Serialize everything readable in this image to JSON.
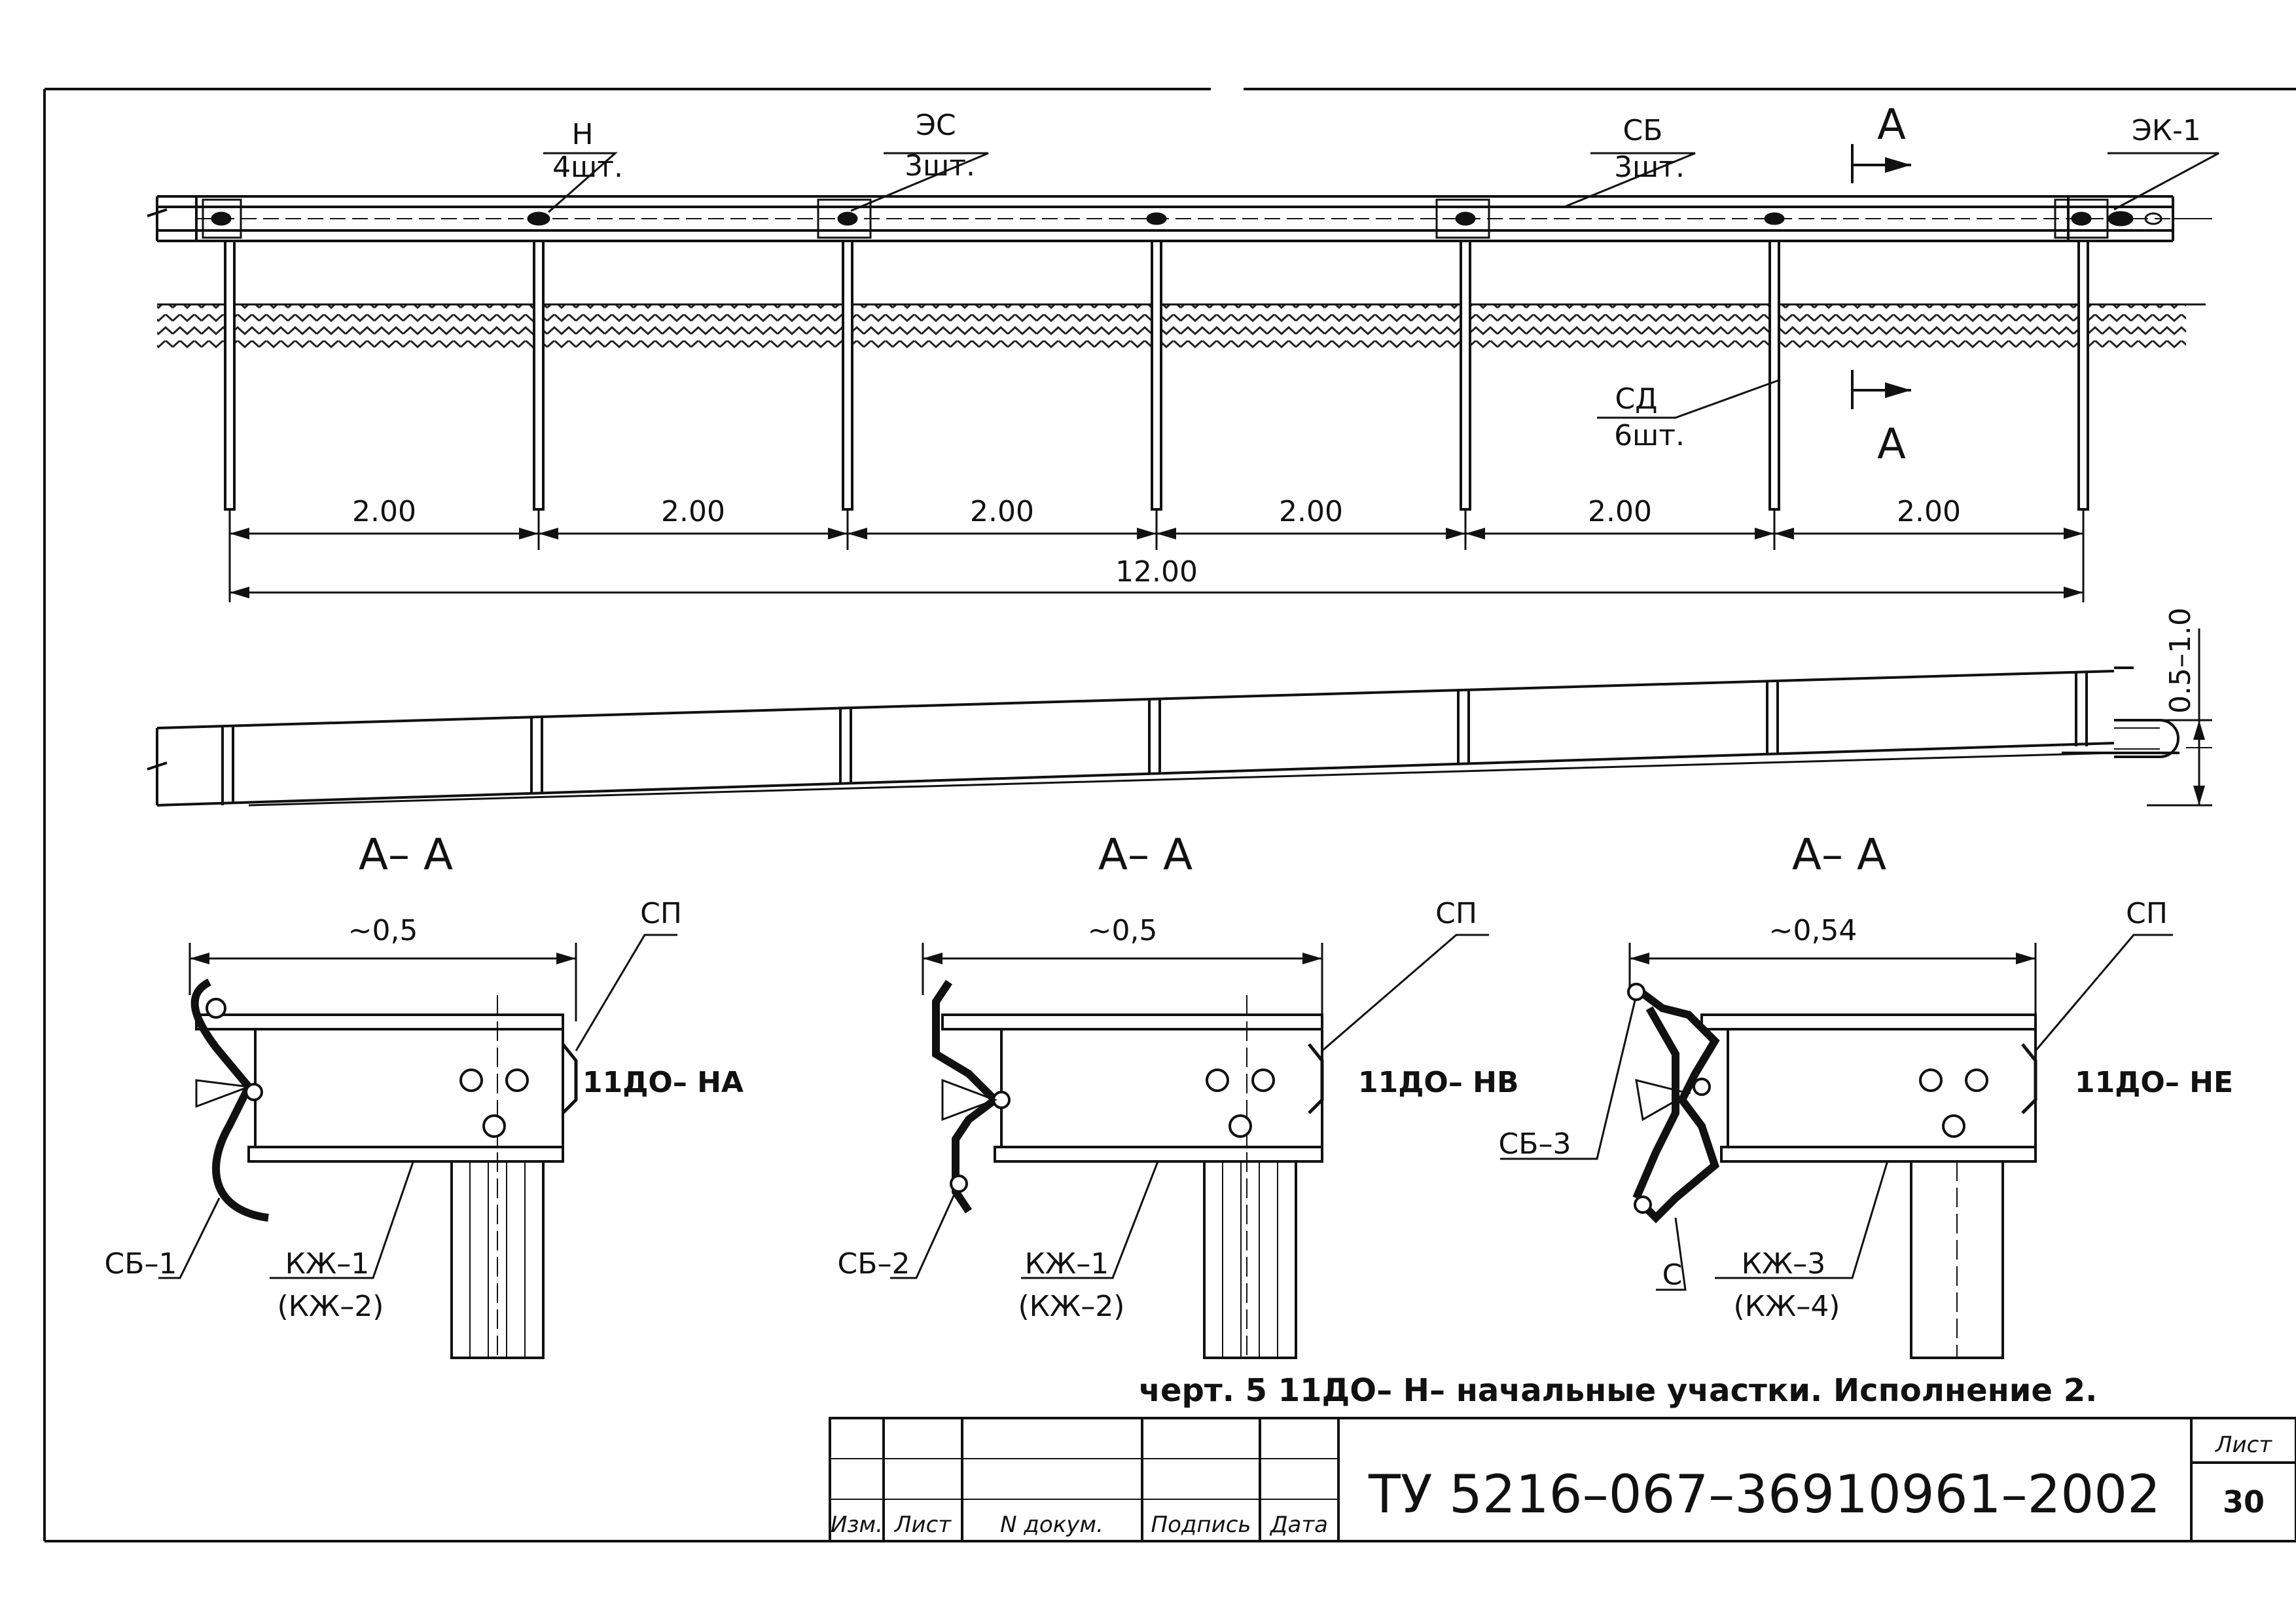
{
  "plan": {
    "labels": [
      {
        "code": "Н",
        "qty": "4шт."
      },
      {
        "code": "ЭС",
        "qty": "3шт."
      },
      {
        "code": "СБ",
        "qty": "3шт."
      },
      {
        "code": "ЭК-1",
        "qty": ""
      },
      {
        "code": "СД",
        "qty": "6шт."
      }
    ],
    "section_mark": "А",
    "spans": [
      "2.00",
      "2.00",
      "2.00",
      "2.00",
      "2.00",
      "2.00"
    ],
    "total": "12.00"
  },
  "elevation": {
    "height_range": "0.5–1.0"
  },
  "sections": [
    {
      "title": "А– А",
      "width": "~0,5",
      "sp": "СП",
      "code": "11ДО– НА",
      "beam": "СБ–1",
      "bracket": "КЖ–1",
      "bracket_alt": "(КЖ–2)",
      "extra": ""
    },
    {
      "title": "А– А",
      "width": "~0,5",
      "sp": "СП",
      "code": "11ДО– НВ",
      "beam": "СБ–2",
      "bracket": "КЖ–1",
      "bracket_alt": "(КЖ–2)",
      "extra": ""
    },
    {
      "title": "А– А",
      "width": "~0,54",
      "sp": "СП",
      "code": "11ДО– НЕ",
      "beam": "СБ–3",
      "bracket": "КЖ–3",
      "bracket_alt": "(КЖ–4)",
      "extra": "С"
    }
  ],
  "caption": "черт. 5   11ДО– Н– начальные участки. Исполнение 2.",
  "title_block": {
    "columns": [
      "Изм.",
      "Лист",
      "N  докум.",
      "Подпись",
      "Дата"
    ],
    "document_code": "ТУ 5216–067–36910961–2002",
    "sheet_label": "Лист",
    "sheet_number": "30"
  }
}
